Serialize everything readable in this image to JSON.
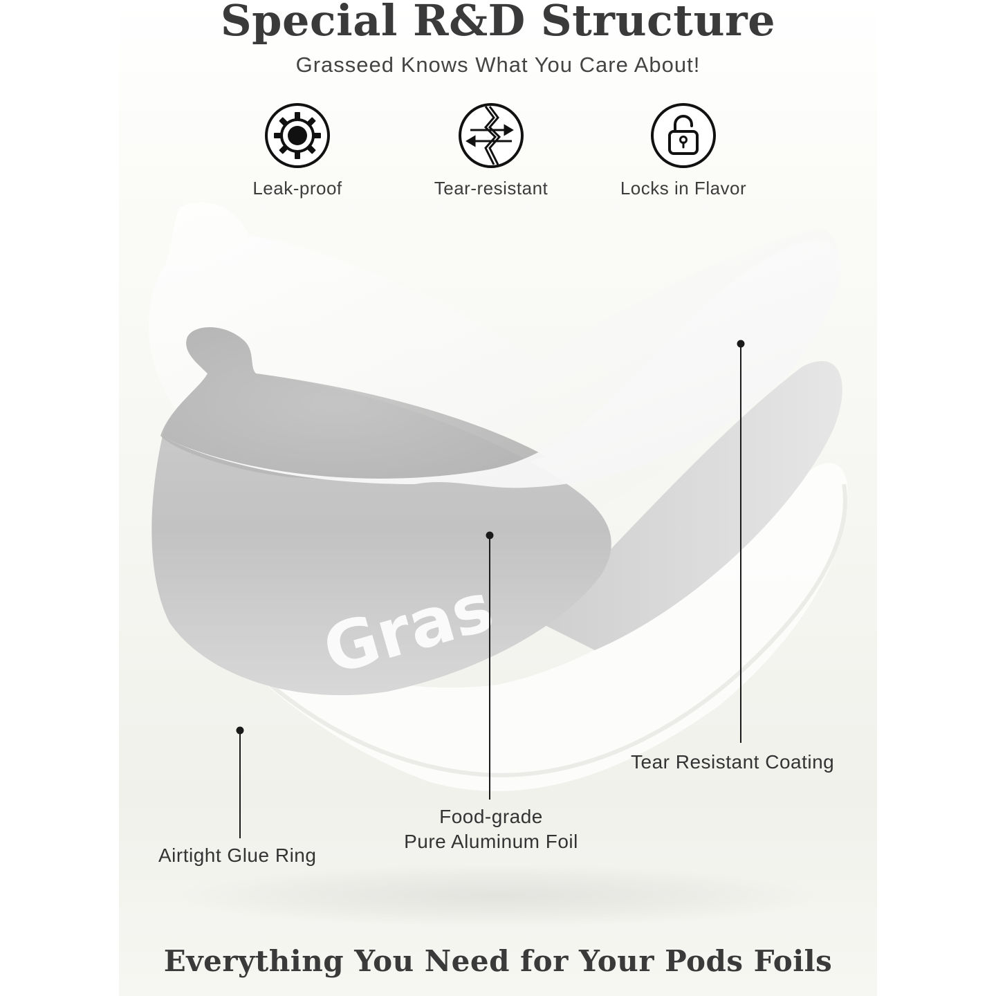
{
  "header": {
    "title": "Special R&D Structure",
    "subtitle": "Grasseed Knows What You Care About!"
  },
  "features": [
    {
      "icon": "gear-icon",
      "label": "Leak-proof"
    },
    {
      "icon": "tear-arrows-icon",
      "label": "Tear-resistant"
    },
    {
      "icon": "padlock-icon",
      "label": "Locks in Flavor"
    }
  ],
  "layers": {
    "coating": "Tear Resistant Coating",
    "foil_line1": "Food-grade",
    "foil_line2": "Pure Aluminum Foil",
    "glue": "Airtight Glue Ring"
  },
  "foil_print": "Gras",
  "footer": "Everything You Need for Your Pods Foils",
  "colors": {
    "text_dark": "#3a3a3a",
    "icon_stroke": "#111111",
    "foil_gray": "#c8c8c8",
    "layer_white": "#fafafa"
  }
}
